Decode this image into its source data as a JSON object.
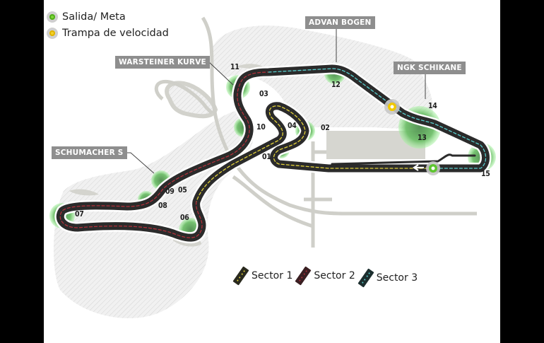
{
  "legend": {
    "start_finish": "Salida/ Meta",
    "speed_trap": "Trampa de velocidad"
  },
  "callouts": {
    "warsteiner": "WARSTEINER KURVE",
    "advan": "ADVAN BOGEN",
    "ngk": "NGK SCHIKANE",
    "schumacher": "SCHUMACHER S"
  },
  "turns": {
    "t01": "01",
    "t02": "02",
    "t03": "03",
    "t04": "04",
    "t05": "05",
    "t06": "06",
    "t07": "07",
    "t08": "08",
    "t09": "09",
    "t10": "10",
    "t11": "11",
    "t12": "12",
    "t13": "13",
    "t14": "14",
    "t15": "15"
  },
  "sectors": [
    {
      "label": "Sector 1",
      "color": "#2a2a1e",
      "dash_color": "#e8d83a"
    },
    {
      "label": "Sector 2",
      "color": "#3a1f22",
      "dash_color": "#b0303a"
    },
    {
      "label": "Sector 3",
      "color": "#1c2e2e",
      "dash_color": "#5ad0d0"
    }
  ],
  "colors": {
    "track": "#2b2b2b",
    "runoff_green": "#7ee07a",
    "runoff_dark": "#5a9a5a",
    "hatch_bg": "#efefef",
    "road": "#cdcdc8"
  }
}
